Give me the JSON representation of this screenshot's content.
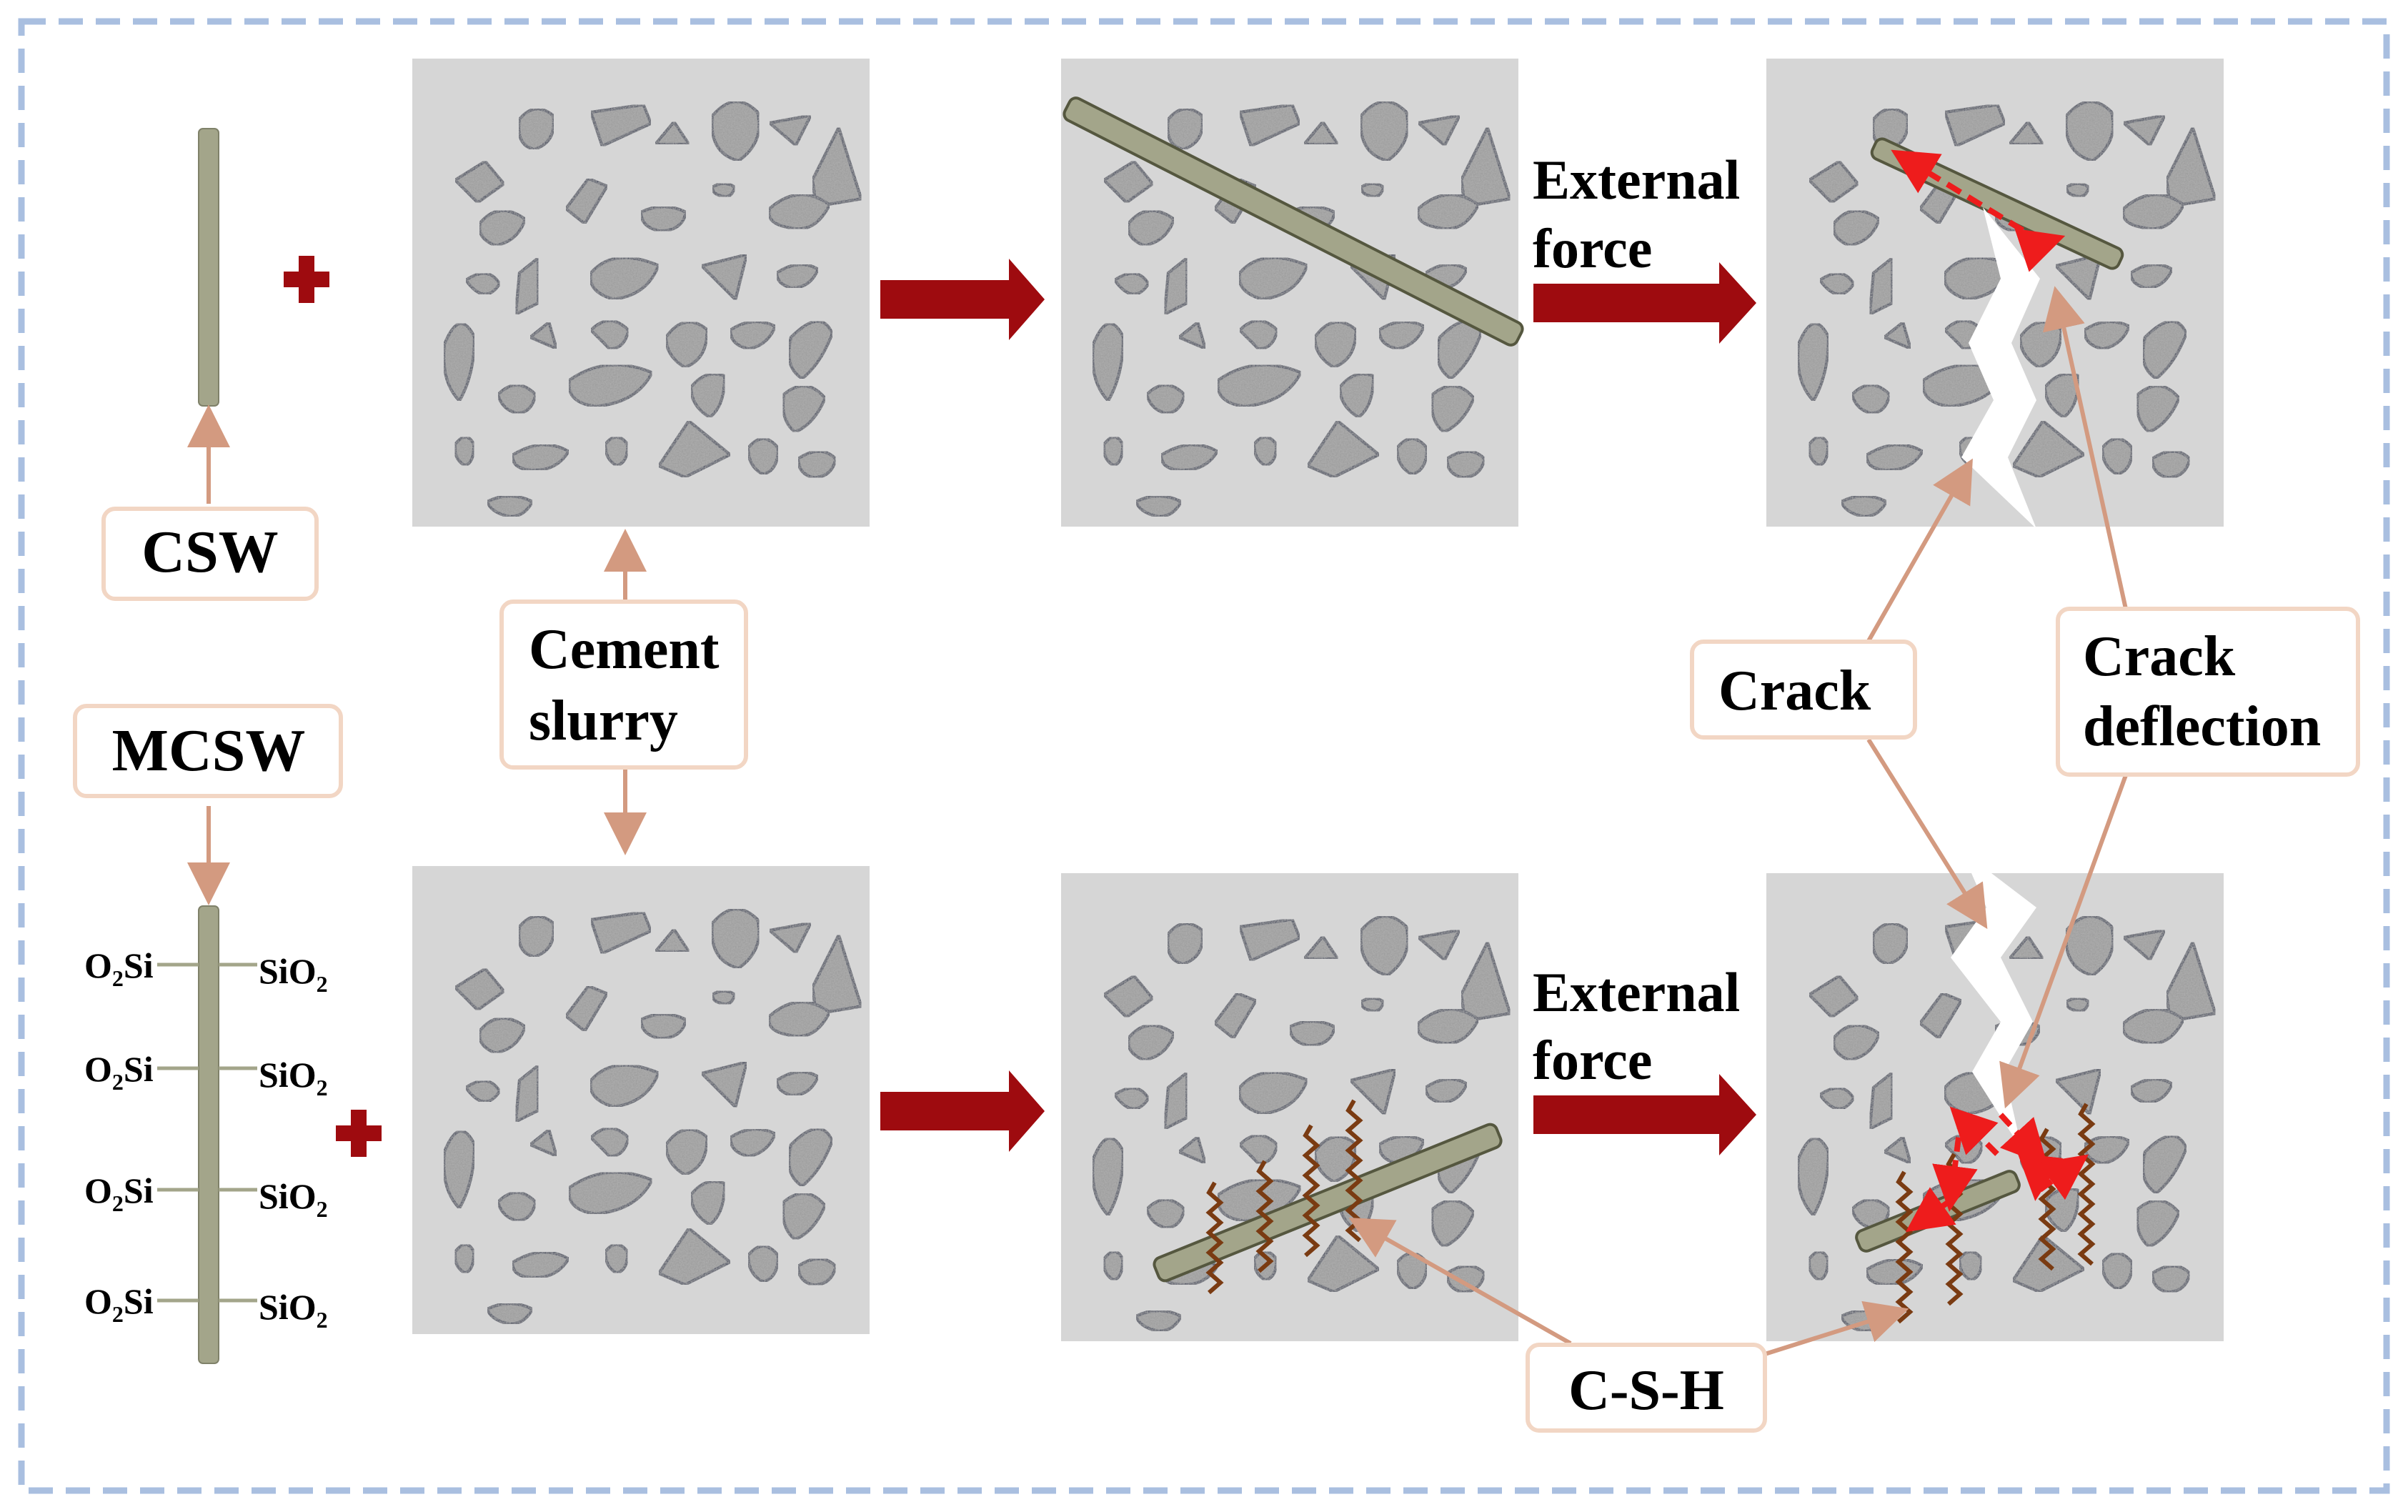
{
  "labels": {
    "csw": "CSW",
    "mcsw": "MCSW",
    "cement_line1": "Cement",
    "cement_line2": "slurry",
    "external_line1": "External",
    "external_line2": "force",
    "crack": "Crack",
    "deflection_line1": "Crack",
    "deflection_line2": "deflection",
    "csh": "C-S-H"
  },
  "groups": {
    "left_o2si": "O",
    "left_o2si_sub": "2",
    "left_o2si_tail": "Si",
    "right_sio2": "SiO",
    "right_sio2_sub": "2"
  },
  "colors": {
    "background_frame": "#a9bfe0",
    "panel": "#d6d6d6",
    "aggregate_fill": "#9a9a9a",
    "aggregate_stroke": "#26324f",
    "whisker": "#a3a58a",
    "arrow": "#9e0b0f",
    "label_border": "#f2d6c4",
    "leader": "#d39a80",
    "csh_fiber": "#7a3b12",
    "crack_arrow": "#ee1c1c"
  }
}
